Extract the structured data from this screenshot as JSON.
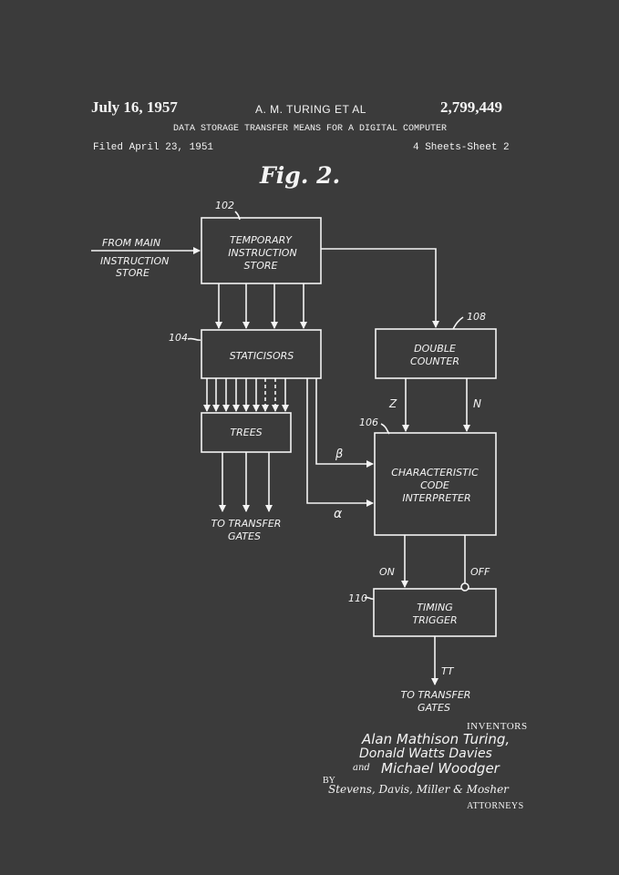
{
  "header": {
    "date": "July 16, 1957",
    "inventor_short": "A. M. TURING  ET AL",
    "patent_number": "2,799,449",
    "title": "DATA STORAGE TRANSFER MEANS FOR A DIGITAL COMPUTER",
    "filed": "Filed April 23, 1951",
    "sheets": "4 Sheets-Sheet 2"
  },
  "figure": {
    "title": "Fig. 2.",
    "input": [
      "FROM MAIN",
      "INSTRUCTION",
      "STORE"
    ],
    "blocks": {
      "temp_store": {
        "ref": "102",
        "lines": [
          "TEMPORARY",
          "INSTRUCTION",
          "STORE"
        ]
      },
      "staticisors": {
        "ref": "104",
        "lines": [
          "STATICISORS"
        ]
      },
      "trees": {
        "lines": [
          "TREES"
        ]
      },
      "double_counter": {
        "ref": "108",
        "lines": [
          "DOUBLE",
          "COUNTER"
        ]
      },
      "interpreter": {
        "ref": "106",
        "lines": [
          "CHARACTERISTIC",
          "CODE",
          "INTERPRETER"
        ]
      },
      "timing_trigger": {
        "ref": "110",
        "lines": [
          "TIMING",
          "TRIGGER"
        ]
      }
    },
    "signals": {
      "z": "Z",
      "n": "N",
      "beta": "β",
      "alpha": "α",
      "on": "ON",
      "off": "OFF",
      "tt": "TT"
    },
    "outputs": {
      "trees_out": [
        "TO TRANSFER",
        "GATES"
      ],
      "trigger_out": [
        "TO TRANSFER",
        "GATES"
      ]
    }
  },
  "footer": {
    "inventors_label": "INVENTORS",
    "inventor_1": "Alan Mathison Turing,",
    "inventor_2": "Donald Watts Davies",
    "and": "and",
    "inventor_3": "Michael Woodger",
    "by": "BY",
    "signature": "Stevens, Davis, Miller & Mosher",
    "attorneys_label": "ATTORNEYS"
  },
  "colors": {
    "background": "#3b3b3b",
    "ink": "#f4f4f4"
  }
}
